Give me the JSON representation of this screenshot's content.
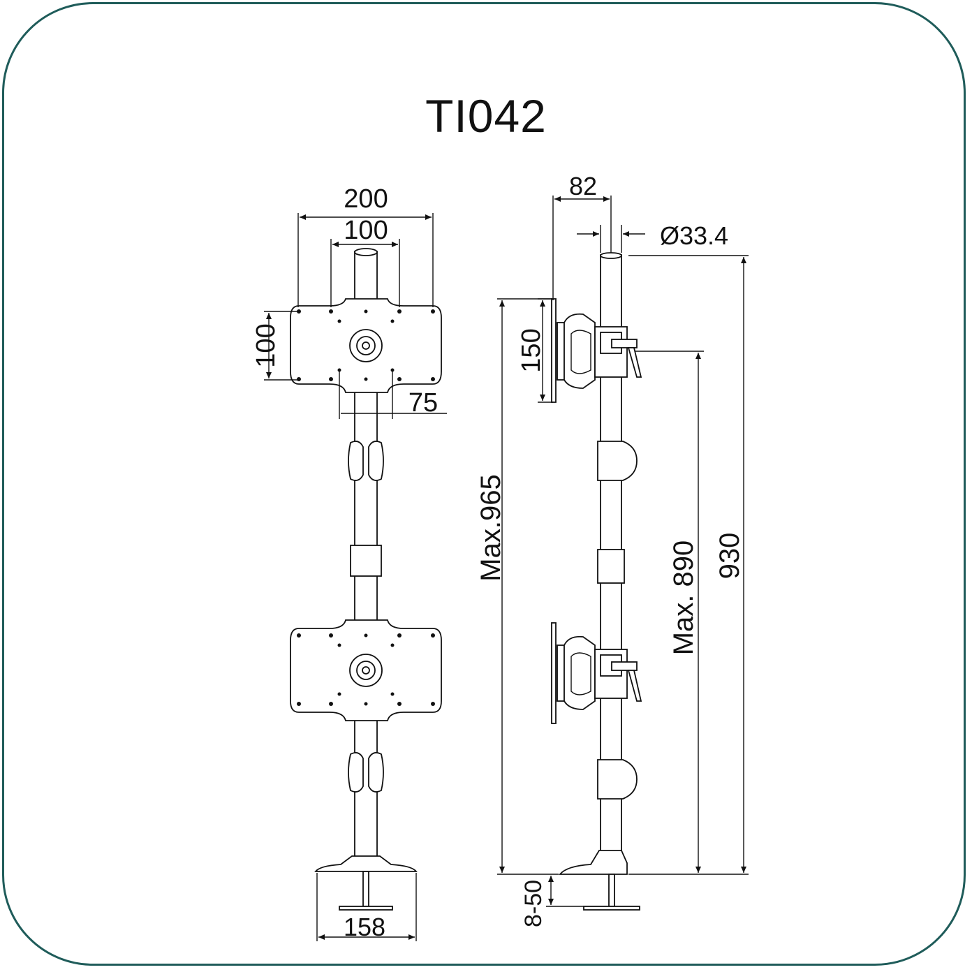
{
  "title": "TI042",
  "front_view": {
    "width_outer": "200",
    "width_inner": "100",
    "height_vesa": "100",
    "offset_75": "75",
    "base_width": "158"
  },
  "side_view": {
    "depth": "82",
    "pole_diameter": "Ø33.4",
    "plate_height": "150",
    "max_height_965": "Max.965",
    "max_height_890": "Max. 890",
    "pole_height": "930",
    "clamp_range": "8-50"
  },
  "colors": {
    "frame": "#1f5c5a",
    "line": "#111111"
  }
}
